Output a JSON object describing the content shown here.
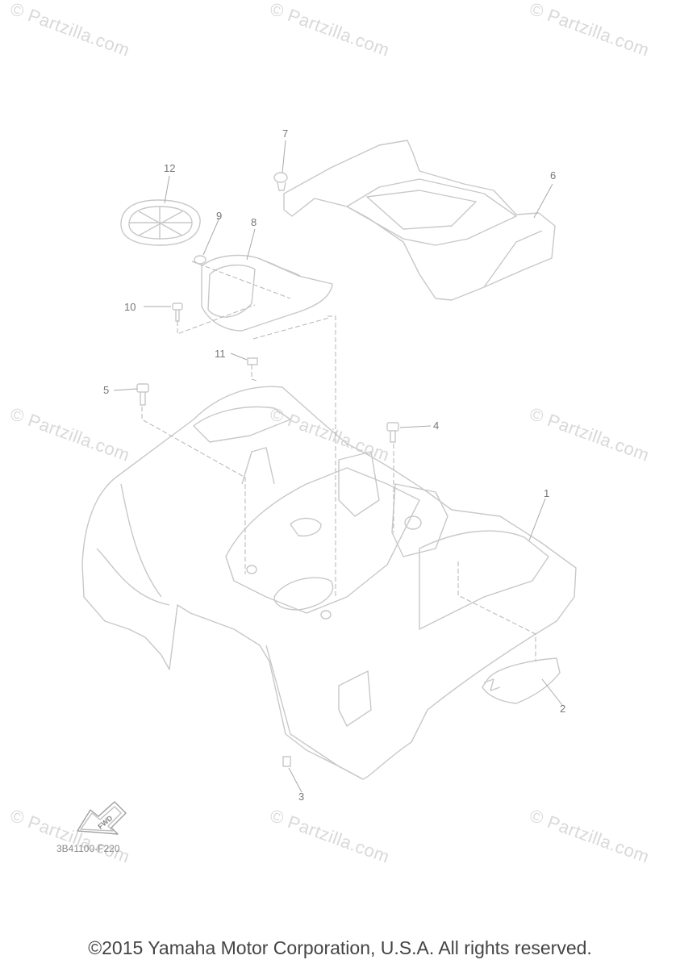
{
  "watermark": "© Partzilla.com",
  "callouts": [
    "1",
    "2",
    "3",
    "4",
    "5",
    "6",
    "7",
    "8",
    "9",
    "10",
    "11",
    "12"
  ],
  "diagram_code": "3B41100-F220",
  "fwd_label": "FWD",
  "copyright": "©2015 Yamaha Motor Corporation, U.S.A. All rights reserved."
}
